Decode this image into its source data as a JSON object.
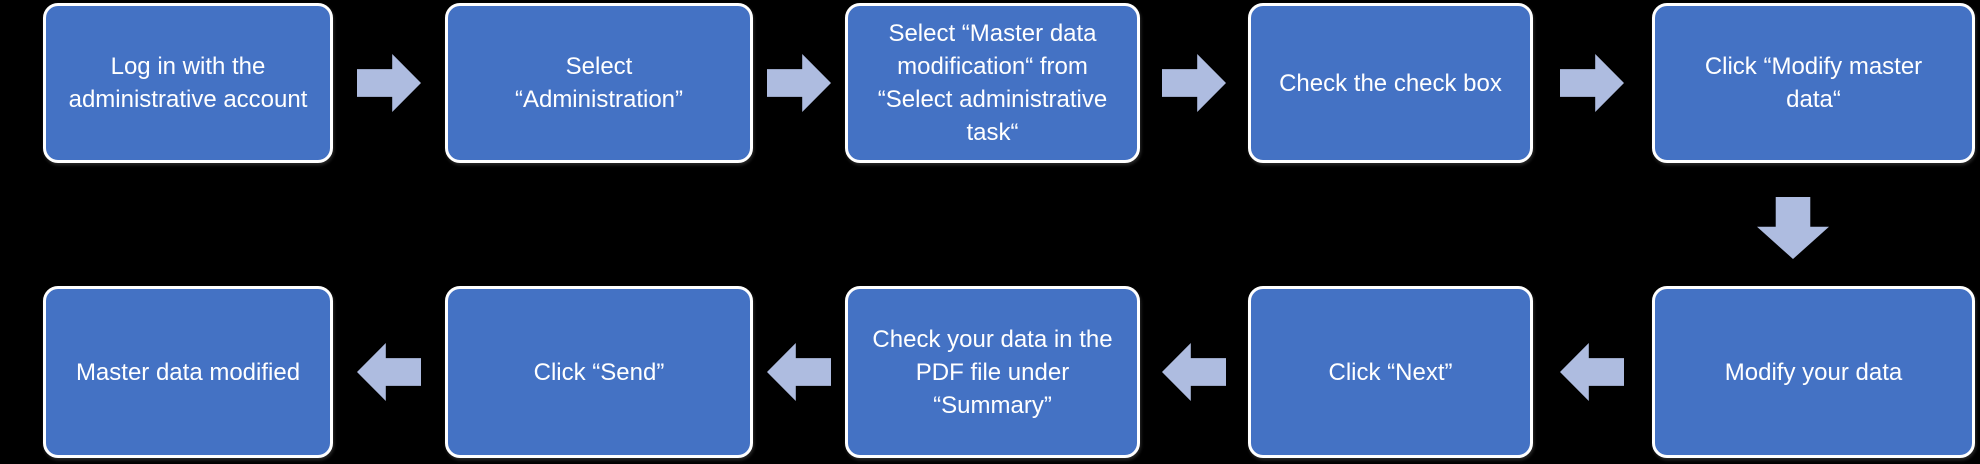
{
  "flowchart": {
    "colors": {
      "background": "#000000",
      "box_fill": "#4472C4",
      "box_border": "#FFFFFF",
      "box_text": "#FFFFFF",
      "arrow_fill": "#AEBCE0"
    },
    "steps": [
      {
        "label": "Log in with the\nadministrative account"
      },
      {
        "label": "Select\n“Administration”"
      },
      {
        "label": "Select “Master data\nmodification“ from\n“Select administrative\ntask“"
      },
      {
        "label": "Check the check box"
      },
      {
        "label": "Click “Modify master\ndata“"
      },
      {
        "label": "Modify your data"
      },
      {
        "label": "Click “Next”"
      },
      {
        "label": "Check your data in the\nPDF file under\n“Summary”"
      },
      {
        "label": "Click “Send”"
      },
      {
        "label": "Master data modified"
      }
    ],
    "connectors": [
      "right",
      "right",
      "right",
      "right",
      "down",
      "left",
      "left",
      "left",
      "left"
    ]
  }
}
